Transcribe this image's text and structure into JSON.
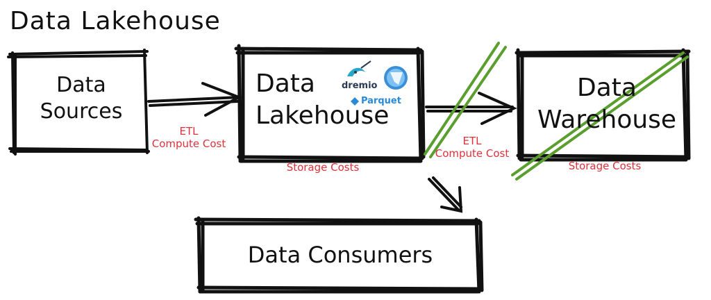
{
  "title": "Data Lakehouse",
  "boxes": {
    "sources": "Data\nSources",
    "lakehouse": "Data\nLakehouse",
    "warehouse": "Data\nWarehouse",
    "consumers": "Data Consumers"
  },
  "annotations": {
    "etl_1": "ETL\nCompute Cost",
    "storage_1": "Storage Costs",
    "etl_2": "ETL\nCompute Cost",
    "storage_2": "Storage Costs"
  },
  "logos": {
    "dremio": "dremio",
    "parquet": "Parquet"
  },
  "colors": {
    "ink": "#111111",
    "annotation": "#e0303a",
    "strike": "#5a9e2e",
    "logo_blue": "#2a8ad8",
    "dremio_teal": "#2b3a55"
  }
}
